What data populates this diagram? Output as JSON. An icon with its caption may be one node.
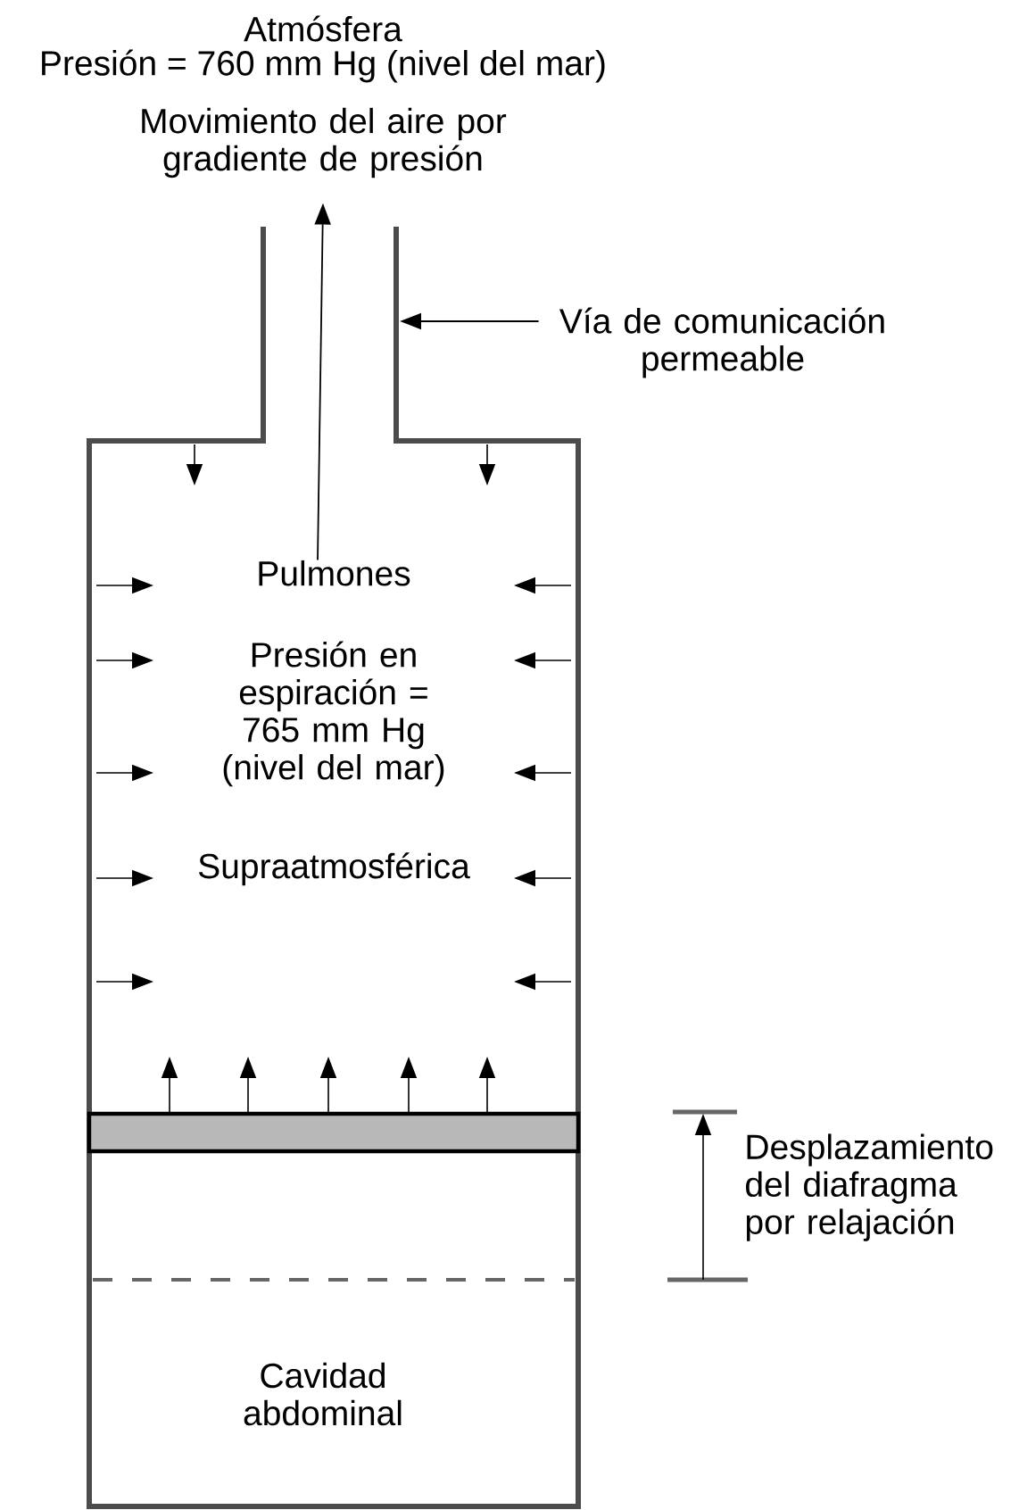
{
  "diagram": {
    "nodes": [
      {
        "text": [
          "Movimiento del aire por gradiente de presión"
        ]
      },
      {
        "text": [
          "Vía de comunicación permeable"
        ]
      },
      {
        "text": [
          "Pulmones",
          "Presión en espiración = 765 mm Hg (nivel del mar)",
          "Supraatmosférica"
        ]
      },
      {
        "text": [
          "Cavidad abdominal"
        ]
      }
    ],
    "edges": [
      {
        "from": 2,
        "to": 0,
        "arrow": "to"
      },
      {
        "from": 1,
        "to": null,
        "arrow": "to"
      }
    ],
    "labels": [
      "Atmósfera",
      "Presión = 760 mm Hg (nivel del mar)",
      "Desplazamiento del diafragma por relajación"
    ]
  }
}
